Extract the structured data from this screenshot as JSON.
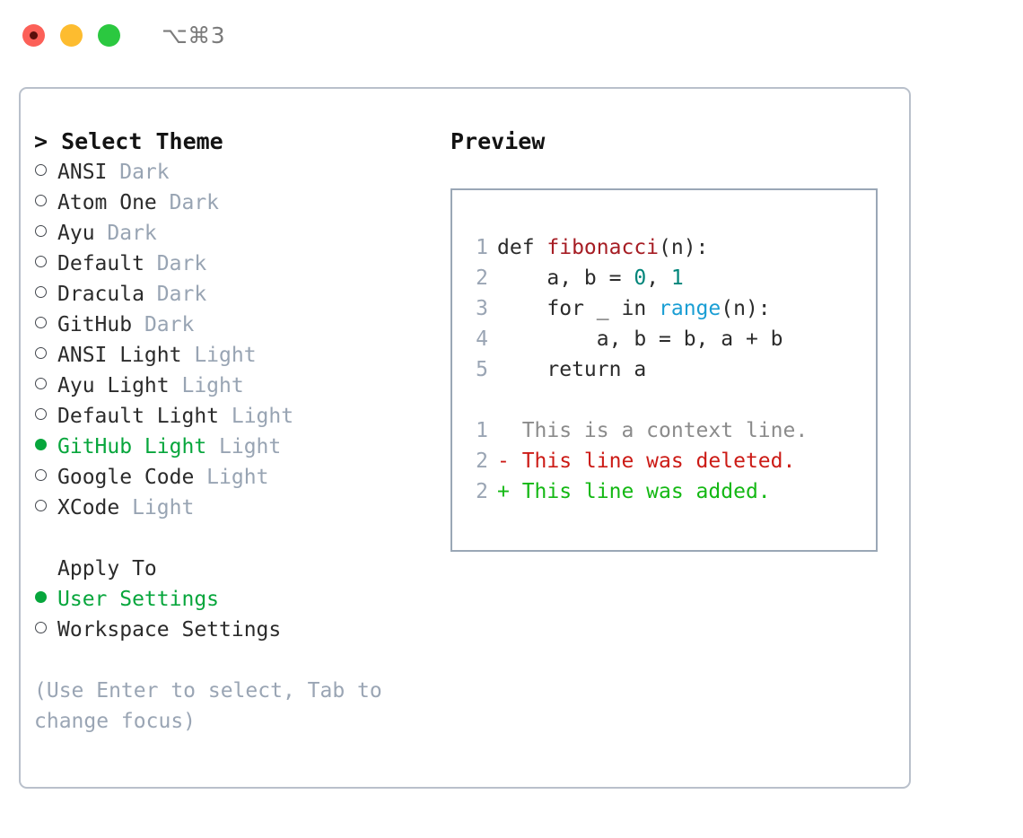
{
  "titlebar": {
    "shortcut": "⌥⌘3",
    "buttons": [
      "close",
      "minimize",
      "zoom"
    ]
  },
  "theme_picker": {
    "header": "> Select Theme",
    "marker_selected": "●",
    "marker_unselected": "○",
    "selected_color": "#07a63c",
    "badge_color": "#98a4b3",
    "items": [
      {
        "label": "ANSI",
        "badge": "Dark",
        "selected": false
      },
      {
        "label": "Atom One",
        "badge": "Dark",
        "selected": false
      },
      {
        "label": "Ayu",
        "badge": "Dark",
        "selected": false
      },
      {
        "label": "Default",
        "badge": "Dark",
        "selected": false
      },
      {
        "label": "Dracula",
        "badge": "Dark",
        "selected": false
      },
      {
        "label": "GitHub",
        "badge": "Dark",
        "selected": false
      },
      {
        "label": "ANSI Light",
        "badge": "Light",
        "selected": false
      },
      {
        "label": "Ayu Light",
        "badge": "Light",
        "selected": false
      },
      {
        "label": "Default Light",
        "badge": "Light",
        "selected": false
      },
      {
        "label": "GitHub Light",
        "badge": "Light",
        "selected": true
      },
      {
        "label": "Google Code",
        "badge": "Light",
        "selected": false
      },
      {
        "label": "XCode",
        "badge": "Light",
        "selected": false
      }
    ]
  },
  "apply_to": {
    "header": "Apply To",
    "items": [
      {
        "label": "User Settings",
        "selected": true
      },
      {
        "label": "Workspace Settings",
        "selected": false
      }
    ]
  },
  "hint": "(Use Enter to select, Tab to change focus)",
  "preview": {
    "title": "Preview",
    "code_lines": [
      {
        "no": "1",
        "tokens": [
          {
            "text": "def ",
            "kind": "plain"
          },
          {
            "text": "fibonacci",
            "kind": "fn"
          },
          {
            "text": "(n):",
            "kind": "plain"
          }
        ]
      },
      {
        "no": "2",
        "tokens": [
          {
            "text": "    a, b = ",
            "kind": "plain"
          },
          {
            "text": "0",
            "kind": "num"
          },
          {
            "text": ", ",
            "kind": "plain"
          },
          {
            "text": "1",
            "kind": "num"
          }
        ]
      },
      {
        "no": "3",
        "tokens": [
          {
            "text": "    for _ in ",
            "kind": "plain"
          },
          {
            "text": "range",
            "kind": "call"
          },
          {
            "text": "(n):",
            "kind": "plain"
          }
        ]
      },
      {
        "no": "4",
        "tokens": [
          {
            "text": "        a, b = b, a + b",
            "kind": "plain"
          }
        ]
      },
      {
        "no": "5",
        "tokens": [
          {
            "text": "    return a",
            "kind": "plain"
          }
        ]
      }
    ],
    "diff_lines": [
      {
        "no": "1",
        "text": "  This is a context line.",
        "kind": "ctx"
      },
      {
        "no": "2",
        "text": "- This line was deleted.",
        "kind": "del"
      },
      {
        "no": "2",
        "text": "+ This line was added.",
        "kind": "add"
      }
    ],
    "syntax_colors": {
      "function": "#a61d24",
      "number": "#00857a",
      "builtin": "#1a9ed4",
      "plain": "#2b2b2b",
      "line_number": "#9aa5b4",
      "diff_context": "#8b8b8b",
      "diff_deleted": "#cc1b16",
      "diff_added": "#14b814"
    }
  }
}
